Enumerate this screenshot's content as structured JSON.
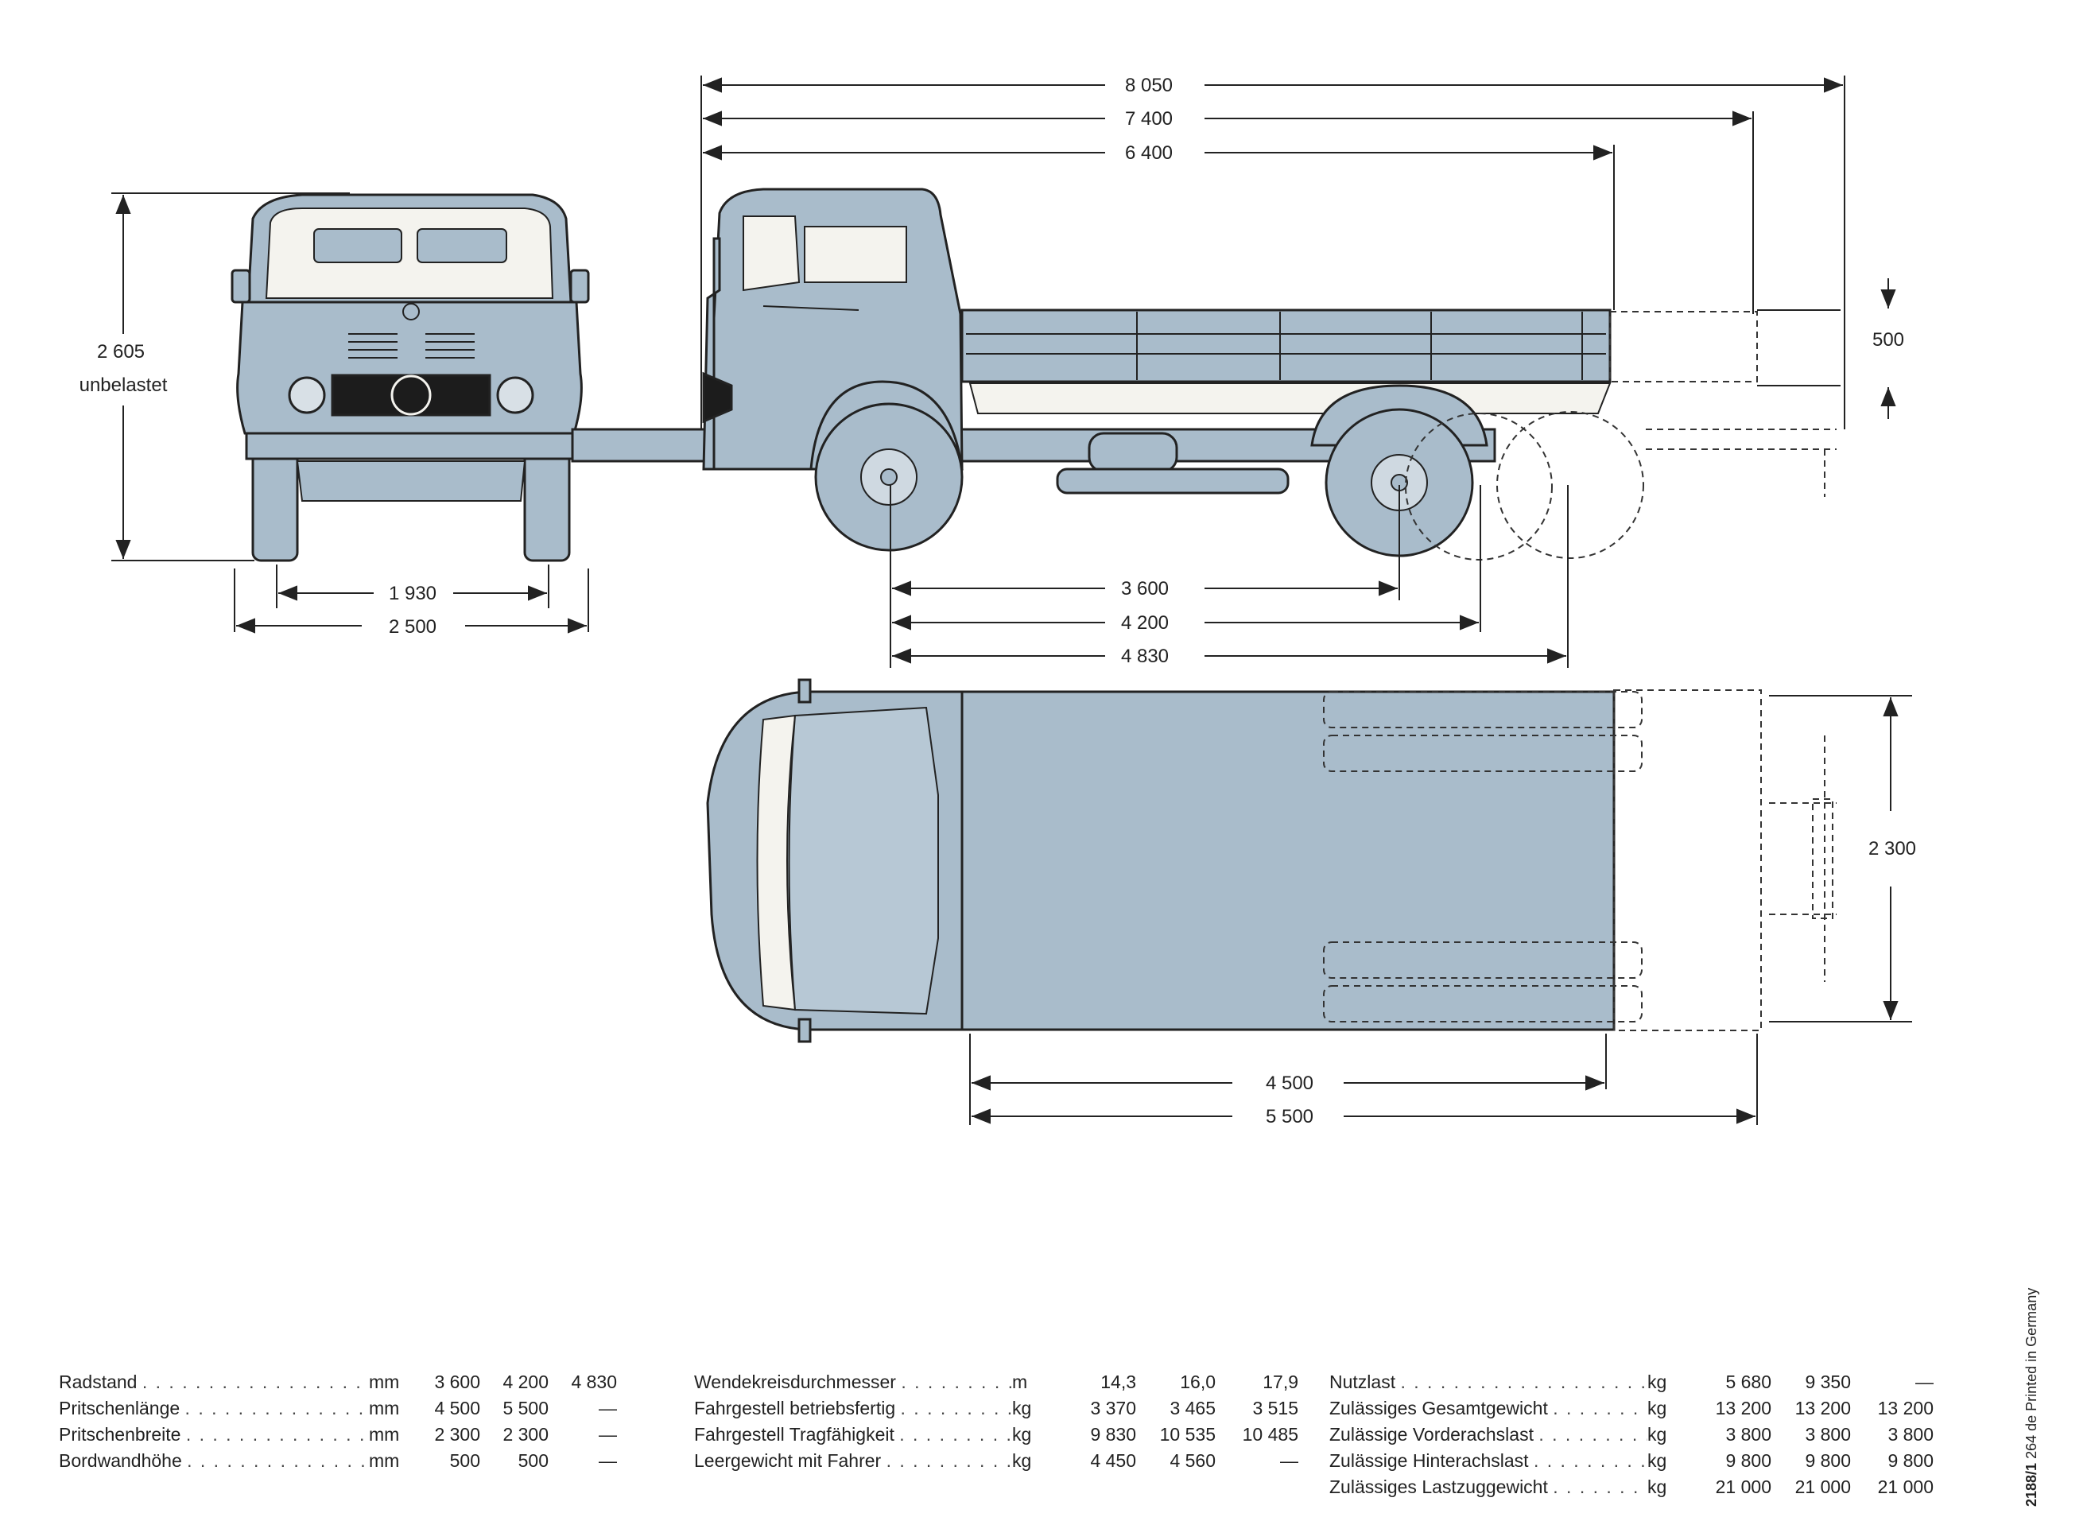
{
  "dimensions": {
    "front_view": {
      "height": "2 605",
      "height_note": "unbelastet",
      "track": "1 930",
      "width": "2 500"
    },
    "side_view": {
      "overall_lengths": [
        "8 050",
        "7 400",
        "6 400"
      ],
      "side_height": "500",
      "wheelbases": [
        "3 600",
        "4 200",
        "4 830"
      ]
    },
    "top_view": {
      "body_width": "2 300",
      "body_lengths": [
        "4 500",
        "5 500"
      ]
    }
  },
  "specs": {
    "col1": [
      {
        "label": "Radstand",
        "unit": "mm",
        "values": [
          "3 600",
          "4 200",
          "4 830"
        ]
      },
      {
        "label": "Pritschenlänge",
        "unit": "mm",
        "values": [
          "4 500",
          "5 500",
          "—"
        ]
      },
      {
        "label": "Pritschenbreite",
        "unit": "mm",
        "values": [
          "2 300",
          "2 300",
          "—"
        ]
      },
      {
        "label": "Bordwandhöhe",
        "unit": "mm",
        "values": [
          "500",
          "500",
          "—"
        ]
      }
    ],
    "col2": [
      {
        "label": "Wendekreisdurchmesser",
        "unit": "m",
        "values": [
          "14,3",
          "16,0",
          "17,9"
        ]
      },
      {
        "label": "Fahrgestell betriebsfertig",
        "unit": "kg",
        "values": [
          "3 370",
          "3 465",
          "3 515"
        ]
      },
      {
        "label": "Fahrgestell Tragfähigkeit",
        "unit": "kg",
        "values": [
          "9 830",
          "10 535",
          "10 485"
        ]
      },
      {
        "label": "Leergewicht mit Fahrer",
        "unit": "kg",
        "values": [
          "4 450",
          "4 560",
          "—"
        ]
      }
    ],
    "col3": [
      {
        "label": "Nutzlast",
        "unit": "kg",
        "values": [
          "5 680",
          "9 350",
          "—"
        ]
      },
      {
        "label": "Zulässiges Gesamtgewicht",
        "unit": "kg",
        "values": [
          "13 200",
          "13 200",
          "13 200"
        ]
      },
      {
        "label": "Zulässige Vorderachslast",
        "unit": "kg",
        "values": [
          "3 800",
          "3 800",
          "3 800"
        ]
      },
      {
        "label": "Zulässige Hinterachslast",
        "unit": "kg",
        "values": [
          "9 800",
          "9 800",
          "9 800"
        ]
      },
      {
        "label": "Zulässiges Lastzuggewicht",
        "unit": "kg",
        "values": [
          "21 000",
          "21 000",
          "21 000"
        ]
      }
    ]
  },
  "print_code": {
    "code": "2188/1",
    "rest": "264 de  Printed in Germany"
  },
  "colors": {
    "body": "#a9bccb",
    "outline": "#222222",
    "window": "#f4f3ee",
    "grille": "#1c1c1c"
  }
}
